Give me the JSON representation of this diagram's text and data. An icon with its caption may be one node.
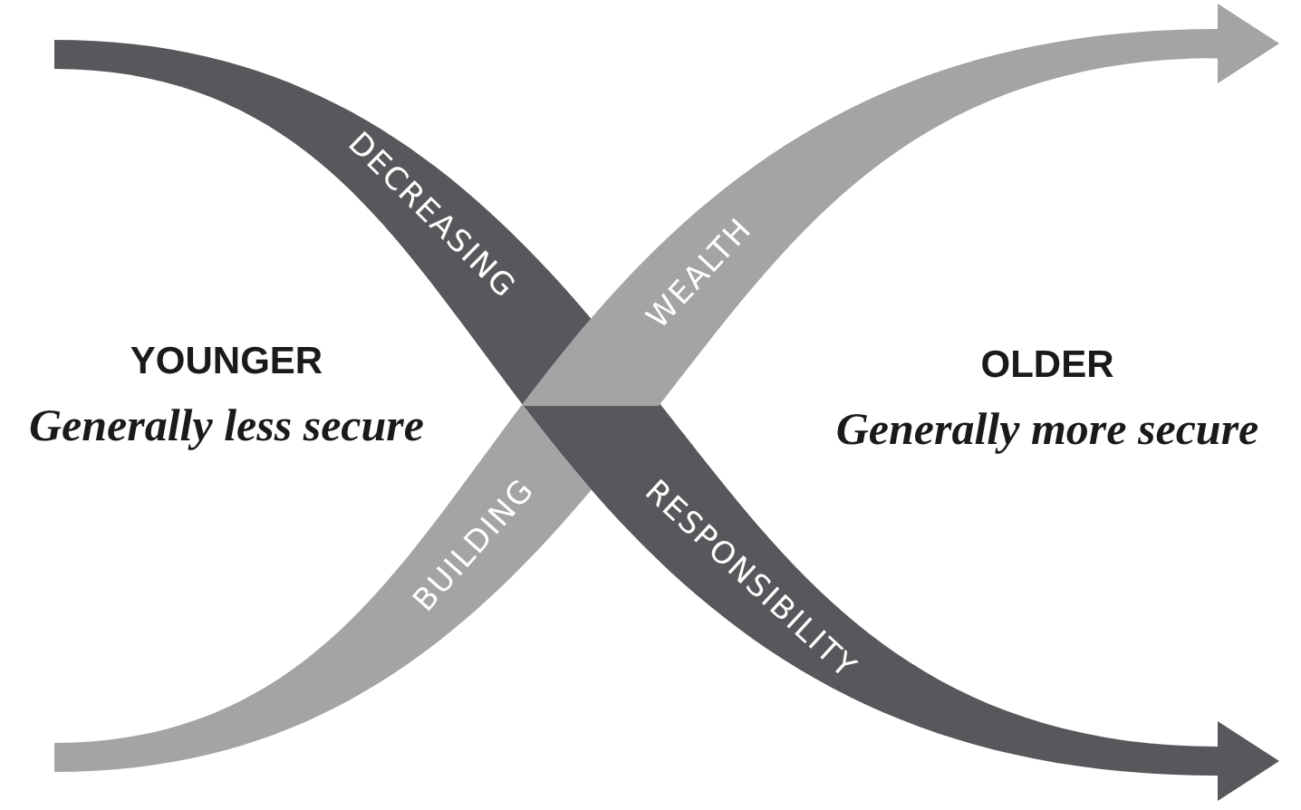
{
  "diagram": {
    "nodes": [
      {
        "text": [
          "DECREASING",
          "RESPONSIBILITY"
        ]
      },
      {
        "text": [
          "BUILDING",
          "WEALTH"
        ]
      }
    ],
    "labels": [
      "YOUNGER",
      "Generally less secure",
      "OLDER",
      "Generally more secure"
    ]
  }
}
